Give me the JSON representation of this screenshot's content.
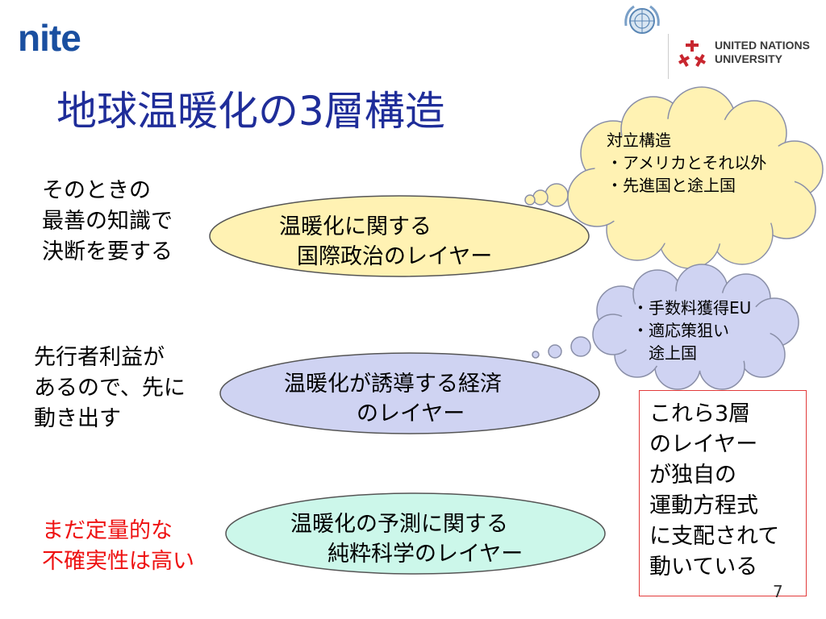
{
  "header": {
    "logo_text": "nite",
    "org_logo_line1": "UNITED NATIONS",
    "org_logo_line2": "UNIVERSITY",
    "emblem_icon": "un-emblem-icon",
    "org_icon": "unu-logo-icon"
  },
  "title": "地球温暖化の3層構造",
  "left_labels": [
    {
      "lines": [
        "そのときの",
        "最善の知識で",
        "決断を要する"
      ]
    },
    {
      "lines": [
        "先行者利益が",
        "あるので、先に",
        "動き出す"
      ]
    },
    {
      "lines": [
        "まだ定量的な",
        "不確実性は高い"
      ]
    }
  ],
  "layers": [
    {
      "lines": [
        "温暖化に関する",
        "国際政治のレイヤー"
      ],
      "fill": "#fff2b3"
    },
    {
      "lines": [
        "温暖化が誘導する経済",
        "のレイヤー"
      ],
      "fill": "#cfd3f2"
    },
    {
      "lines": [
        "温暖化の予測に関する",
        "純粋科学のレイヤー"
      ],
      "fill": "#ccf7ea"
    }
  ],
  "clouds": [
    {
      "lines": [
        "対立構造",
        "・アメリカとそれ以外",
        "・先進国と途上国"
      ],
      "fill": "#fff2b3"
    },
    {
      "lines": [
        "・手数料獲得EU",
        "・適応策狙い",
        "途上国"
      ],
      "fill": "#cfd3f2"
    }
  ],
  "note": {
    "lines": [
      "これら3層",
      "のレイヤー",
      "が独自の",
      "運動方程式",
      "に支配されて",
      "動いている"
    ],
    "border_color": "#e23b3b"
  },
  "page_number": "7",
  "colors": {
    "title": "#1f2d99",
    "warning_text": "#ee1111",
    "logo": "#1a4fa0"
  }
}
